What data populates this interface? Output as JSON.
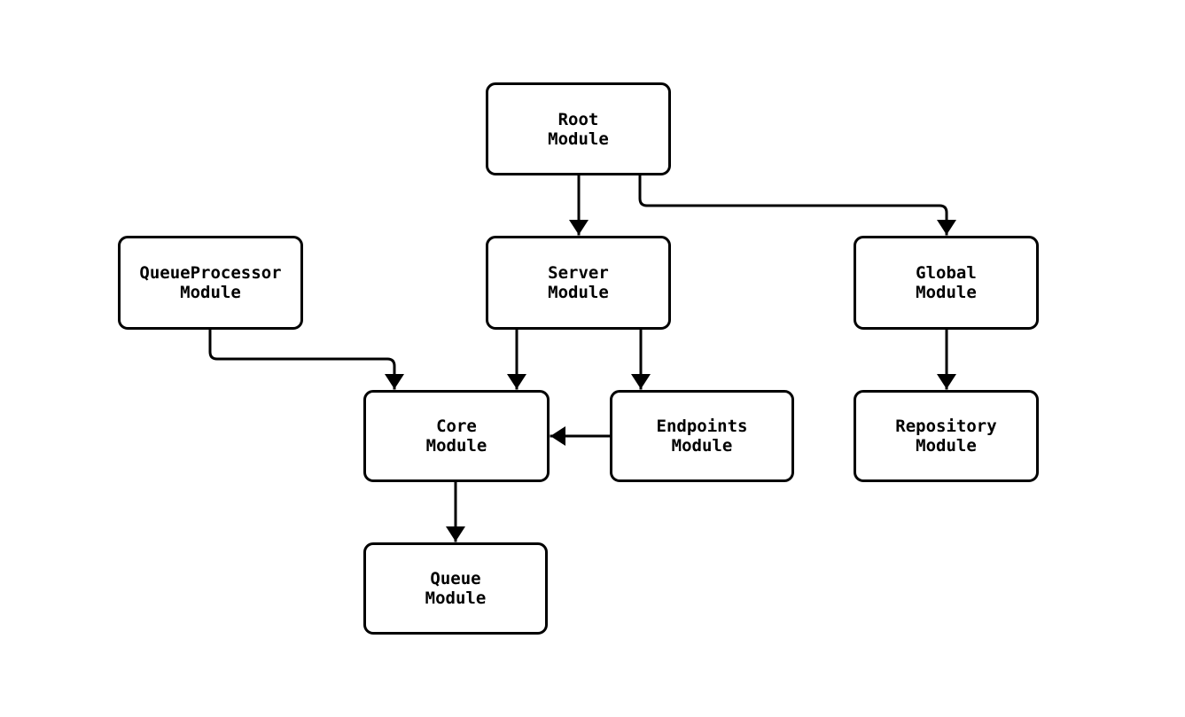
{
  "diagram": {
    "background_color": "#ffffff",
    "line_color": "#000000",
    "text_color": "#000000",
    "nodes": [
      {
        "id": "root",
        "label": "Root\nModule"
      },
      {
        "id": "queueprocessor",
        "label": "QueueProcessor\nModule"
      },
      {
        "id": "server",
        "label": "Server\nModule"
      },
      {
        "id": "global",
        "label": "Global\nModule"
      },
      {
        "id": "core",
        "label": "Core\nModule"
      },
      {
        "id": "endpoints",
        "label": "Endpoints\nModule"
      },
      {
        "id": "repository",
        "label": "Repository\nModule"
      },
      {
        "id": "queue",
        "label": "Queue\nModule"
      }
    ],
    "edges": [
      {
        "from": "Root Module",
        "to": "Server Module"
      },
      {
        "from": "Root Module",
        "to": "Global Module"
      },
      {
        "from": "QueueProcessor Module",
        "to": "Core Module"
      },
      {
        "from": "Server Module",
        "to": "Core Module"
      },
      {
        "from": "Server Module",
        "to": "Endpoints Module"
      },
      {
        "from": "Endpoints Module",
        "to": "Core Module"
      },
      {
        "from": "Global Module",
        "to": "Repository Module"
      },
      {
        "from": "Core Module",
        "to": "Queue Module"
      }
    ]
  }
}
